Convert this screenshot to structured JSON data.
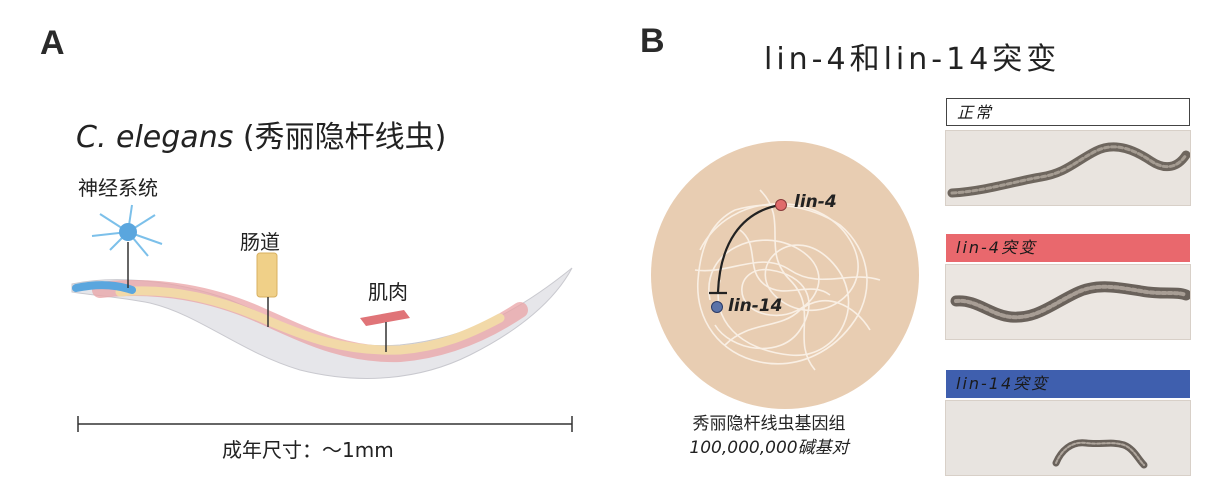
{
  "panel_a": {
    "letter": "A",
    "title_species": "C. elegans",
    "title_common": " (秀丽隐杆线虫)",
    "label_nervous": "神经系统",
    "label_intestine": "肠道",
    "label_muscle": "肌肉",
    "scale_label": "成年尺寸：～1mm"
  },
  "panel_b": {
    "letter": "B",
    "title": "lin-4和lin-14突变",
    "gene1": "lin-4",
    "gene2": "lin-14",
    "genome_caption": "秀丽隐杆线虫基因组",
    "genome_size": "100,000,000碱基对",
    "panels": [
      {
        "label": "正常",
        "color": "#ffffff"
      },
      {
        "label": "lin-4突变",
        "color": "#e9686d"
      },
      {
        "label": "lin-14突变",
        "color": "#3f5fae"
      }
    ]
  },
  "colors": {
    "genome_circle": "#e8cdb2",
    "lin4_dot": "#e06b6b",
    "lin14_dot": "#5a72a8",
    "neuron": "#5aa6de",
    "intestine": "#f2d9a8",
    "muscle": "#e07478"
  }
}
